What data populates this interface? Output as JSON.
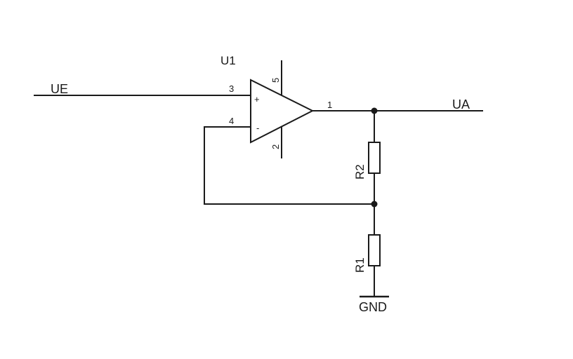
{
  "opamp": {
    "ref": "U1",
    "pins": {
      "noninv": "3",
      "inv": "4",
      "out": "1",
      "vpos": "5",
      "vneg": "2"
    },
    "plus": "+",
    "minus": "-"
  },
  "nets": {
    "input": "UE",
    "output": "UA",
    "ground": "GND"
  },
  "resistors": {
    "top": "R2",
    "bottom": "R1"
  },
  "colors": {
    "ink": "#1a1a1a",
    "background": "#ffffff"
  }
}
